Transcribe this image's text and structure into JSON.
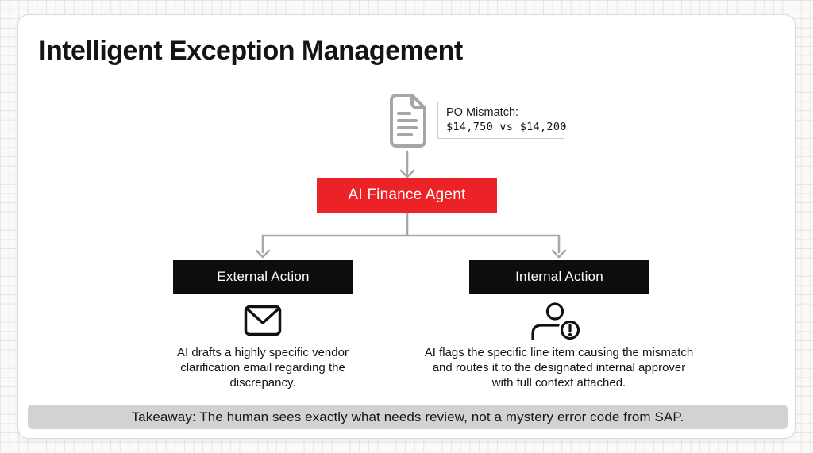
{
  "page": {
    "title": "Intelligent Exception Management"
  },
  "trigger": {
    "icon": "document-icon",
    "callout": {
      "line1": "PO Mismatch:",
      "line2": "$14,750 vs $14,200"
    }
  },
  "agent": {
    "label": "AI Finance Agent"
  },
  "branches": [
    {
      "label": "External Action",
      "icon": "envelope-icon",
      "description": "AI drafts a highly specific vendor clarification email regarding the discrepancy."
    },
    {
      "label": "Internal Action",
      "icon": "person-alert-icon",
      "description": "AI flags the specific line item causing the mismatch and routes it to the designated internal approver with full context attached."
    }
  ],
  "takeaway": "Takeaway: The human sees exactly what needs review, not a mystery error code from SAP.",
  "colors": {
    "agent_red": "#EC2227",
    "action_black": "#0D0D0D",
    "connector_gray": "#A8A8A8",
    "doc_gray": "#A6A6A6",
    "icon_ink": "#111111",
    "takeaway_bg": "#D2D2D2"
  }
}
